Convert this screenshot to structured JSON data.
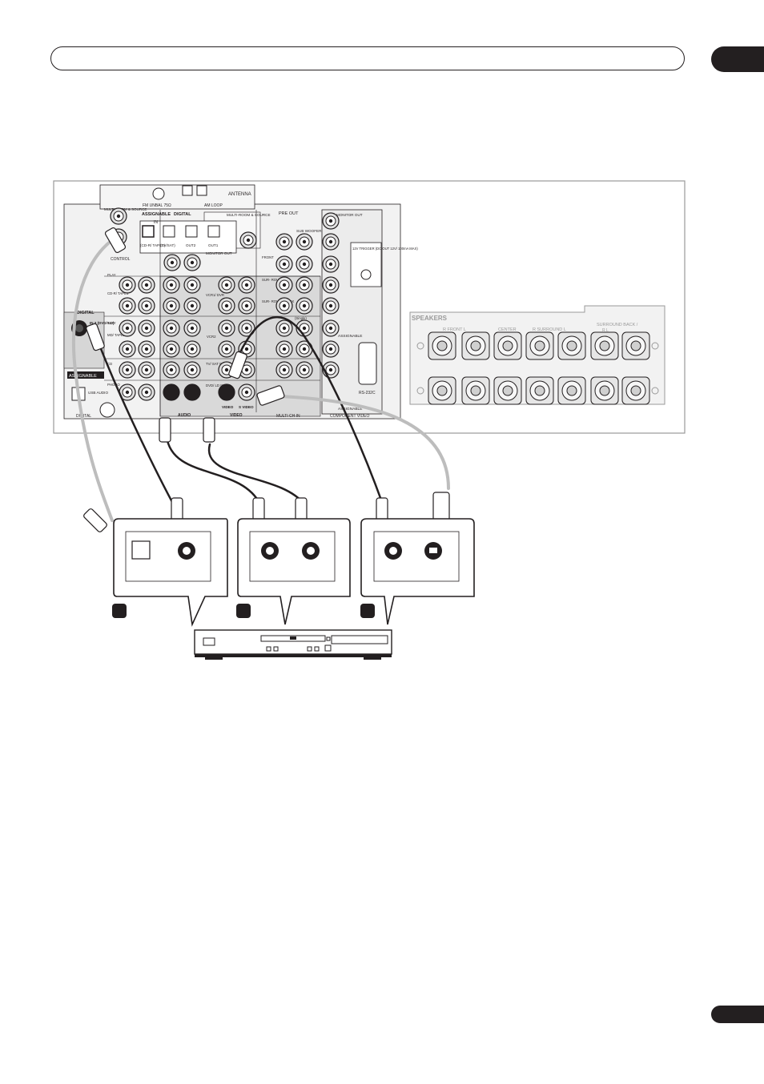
{
  "header": {
    "section_title": "",
    "chapter_number": "",
    "page_number": ""
  },
  "receiver": {
    "antenna": {
      "label": "ANTENNA",
      "fm_label": "FM UNBAL 75Ω",
      "am_label": "AM LOOP"
    },
    "multiroom": {
      "label": "MULTI-ROOM & SOURCE",
      "out_label": "OUT",
      "control_label": "CONTROL"
    },
    "digital_top": {
      "assignable": "ASSIGNABLE",
      "digital": "DIGITAL",
      "in": "IN",
      "in1": "(CD-R/ TAPE1)",
      "in2": "(TV/SAT)",
      "out2": "OUT2",
      "out1": "OUT1"
    },
    "monitor_out": "MONITOR OUT",
    "multiroom_source": "MULTI-ROOM & SOURCE",
    "pre_out": "PRE OUT",
    "sub_woofer": "SUB WOOFER",
    "front": "FRONT",
    "surround": "SUR- ROUND",
    "surround_back": "SUR- ROUND BACK",
    "single": "(Single)",
    "monitor_out_right": "MONITOR OUT",
    "trigger": "12V TRIGGER (DC OUT 12V/ 100mA MAX)",
    "assignable_right": "ASSIGNABLE",
    "assignable_bottom": "ASSIGNABLE",
    "rs232c": "RS-232C",
    "component_video": "COMPONENT VIDEO",
    "multi_ch_in": "MULTI CH IN",
    "audio": "AUDIO",
    "video": "VIDEO",
    "s_video": "S VIDEO",
    "dvd_ld_in": "DVD/ LD IN",
    "tv_sat_in": "TV/ SAT IN",
    "vcr2": "VCR2",
    "vcr1_dvr": "VCR1/ DVR",
    "play": "PLAY",
    "rec": "REC",
    "cd_r_tape1": "CD-R/ TAPE1",
    "md_tape2": "MD/ TAPE2",
    "cd": "CD",
    "phono": "PHONO",
    "in_label": "IN",
    "out_label": "OUT",
    "digital_left": {
      "digital": "DIGITAL",
      "in3": "IN 3 (DVD/ LD)",
      "assignable": "ASSIGNABLE",
      "usb_audio": "USB AUDIO",
      "digital_bottom": "DIGITAL"
    },
    "speakers": {
      "label": "SPEAKERS",
      "front": "R  FRONT  L",
      "center": "CENTER",
      "surround": "R  SURROUND  L",
      "surround_back": "SURROUND BACK /",
      "rl": "R         L"
    },
    "colors": {
      "panel_bg": "#efefef",
      "panel_dark": "#d8d8d8",
      "line": "#231f20",
      "cable_gray": "#bdbdbd"
    }
  },
  "devices": {
    "callout_numbers": [
      "",
      "",
      ""
    ]
  }
}
